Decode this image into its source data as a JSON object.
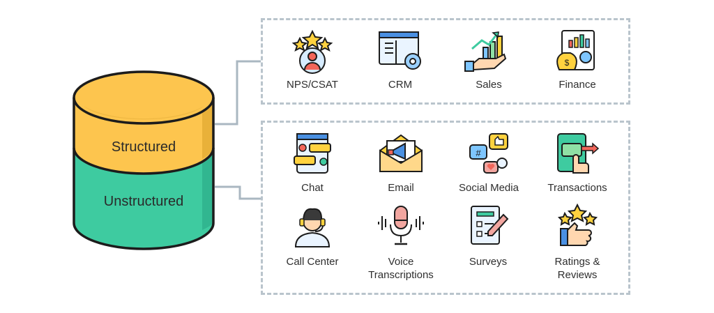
{
  "database": {
    "structured_label": "Structured",
    "unstructured_label": "Unstructured"
  },
  "structured_sources": [
    {
      "label": "NPS/CSAT",
      "icon": "star-rating-person-icon"
    },
    {
      "label": "CRM",
      "icon": "crm-window-gear-icon"
    },
    {
      "label": "Sales",
      "icon": "sales-growth-hand-icon"
    },
    {
      "label": "Finance",
      "icon": "finance-report-money-bag-icon"
    }
  ],
  "unstructured_sources": [
    {
      "label": "Chat",
      "icon": "chat-bubbles-icon"
    },
    {
      "label": "Email",
      "icon": "email-megaphone-icon"
    },
    {
      "label": "Social Media",
      "icon": "social-media-icon"
    },
    {
      "label": "Transactions",
      "icon": "transactions-card-icon"
    },
    {
      "label": "Call Center",
      "icon": "call-center-agent-icon"
    },
    {
      "label": "Voice\nTranscriptions",
      "line1": "Voice",
      "line2": "Transcriptions",
      "icon": "microphone-icon"
    },
    {
      "label": "Surveys",
      "icon": "survey-clipboard-icon"
    },
    {
      "label": "Ratings &\nReviews",
      "line1": "Ratings &",
      "line2": "Reviews",
      "icon": "thumbs-up-stars-icon"
    }
  ],
  "colors": {
    "structured": "#fdc54e",
    "unstructured": "#3ecba0",
    "outline": "#1c1c1c",
    "dashed_border": "#b9c4cc",
    "connector": "#aab7c1"
  }
}
